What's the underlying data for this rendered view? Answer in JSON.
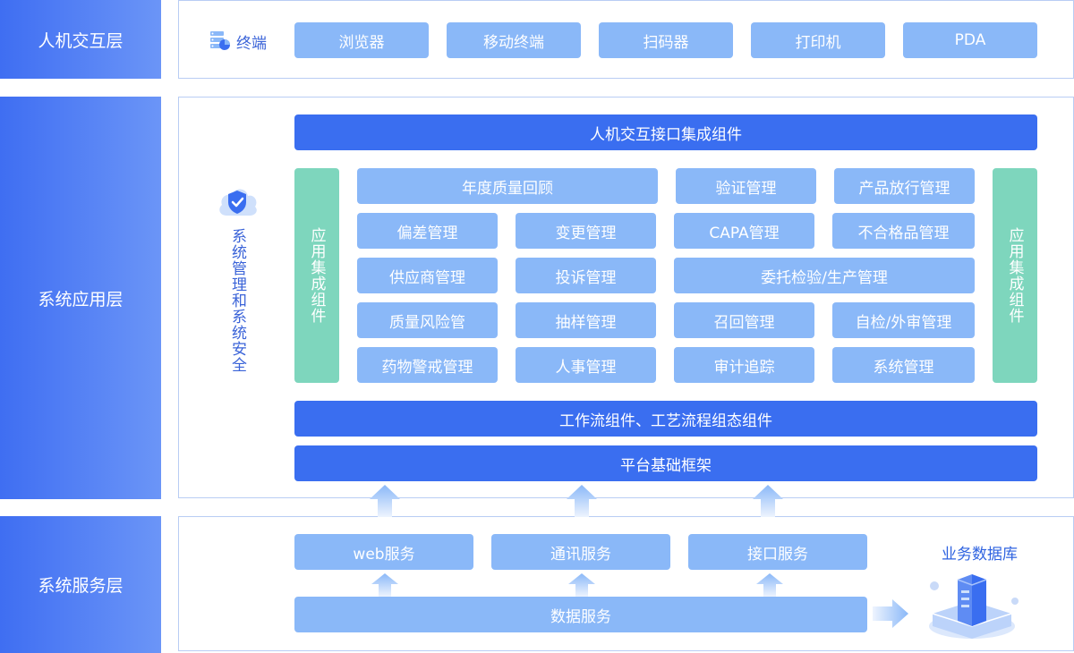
{
  "layers": [
    {
      "label": "人机交互层"
    },
    {
      "label": "系统应用层"
    },
    {
      "label": "系统服务层"
    }
  ],
  "interaction": {
    "terminal_icon": "terminal-icon",
    "terminal_label": "终端",
    "devices": [
      "浏览器",
      "移动终端",
      "扫码器",
      "打印机",
      "PDA"
    ]
  },
  "application": {
    "hmi_integration": "人机交互接口集成组件",
    "app_integration_left": "应用集成组件",
    "app_integration_right": "应用集成组件",
    "security_icon": "shield-cloud-icon",
    "security_label": "系统管理和系统安全",
    "modules": [
      "年度质量回顾",
      "验证管理",
      "产品放行管理",
      "偏差管理",
      "变更管理",
      "CAPA管理",
      "不合格品管理",
      "供应商管理",
      "投诉管理",
      "委托检验/生产管理",
      "质量风险管",
      "抽样管理",
      "召回管理",
      "自检/外审管理",
      "药物警戒管理",
      "人事管理",
      "审计追踪",
      "系统管理"
    ],
    "workflow": "工作流组件、工艺流程组态组件",
    "platform": "平台基础框架"
  },
  "service": {
    "services": [
      "web服务",
      "通讯服务",
      "接口服务"
    ],
    "data_service": "数据服务",
    "database_label": "业务数据库",
    "database_icon": "server-database-icon"
  },
  "colors": {
    "dark_blue": "#3a6ef0",
    "light_blue": "#8ab8f8",
    "green": "#7ed6bd",
    "border": "#b9cdf4"
  }
}
